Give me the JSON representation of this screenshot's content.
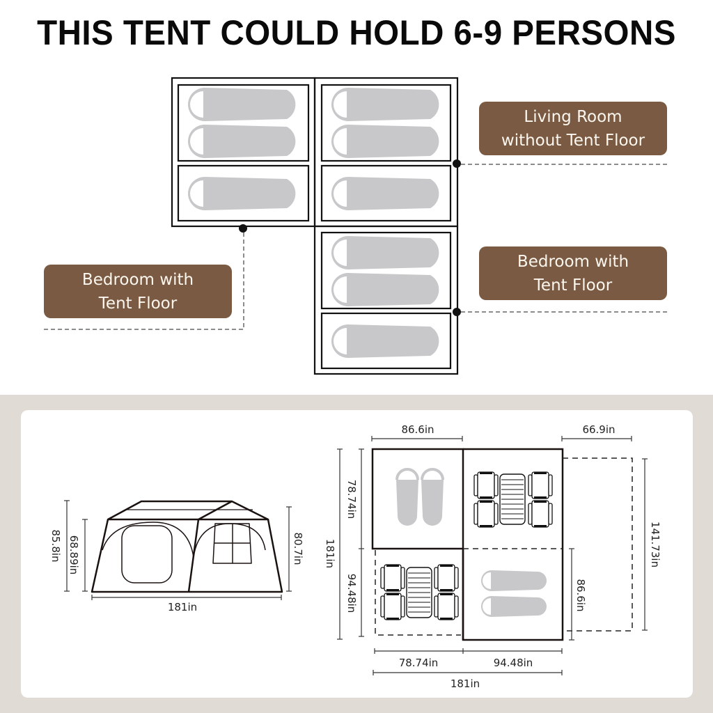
{
  "title": "THIS TENT COULD HOLD 6-9 PERSONS",
  "callouts": {
    "living_room": {
      "line1": "Living Room",
      "line2": "without Tent Floor"
    },
    "bedroom_left": {
      "line1": "Bedroom with",
      "line2": "Tent Floor"
    },
    "bedroom_right": {
      "line1": "Bedroom with",
      "line2": "Tent Floor"
    }
  },
  "colors": {
    "label_bg": "#7a5a42",
    "label_text": "#fbf6ee",
    "panel_bg": "#e1dbd6",
    "sleeping_bag": "#c8c8ca",
    "outline": "#111111"
  },
  "side_view": {
    "height_total": "85.8in",
    "height_left": "68.89in",
    "height_right": "80.7in",
    "width": "181in"
  },
  "floor_plan": {
    "top_left_width": "86.6in",
    "awning_width": "66.9in",
    "left_top_height": "78.74in",
    "total_height": "181in",
    "left_bottom_height": "94.48in",
    "awning_height": "141.73in",
    "right_bottom_height": "86.6in",
    "bottom_left_width": "78.74in",
    "bottom_right_width": "94.48in",
    "total_width": "181in"
  },
  "capacity": {
    "min": 6,
    "max": 9,
    "sleeping_bags_top_diagram": 9
  }
}
